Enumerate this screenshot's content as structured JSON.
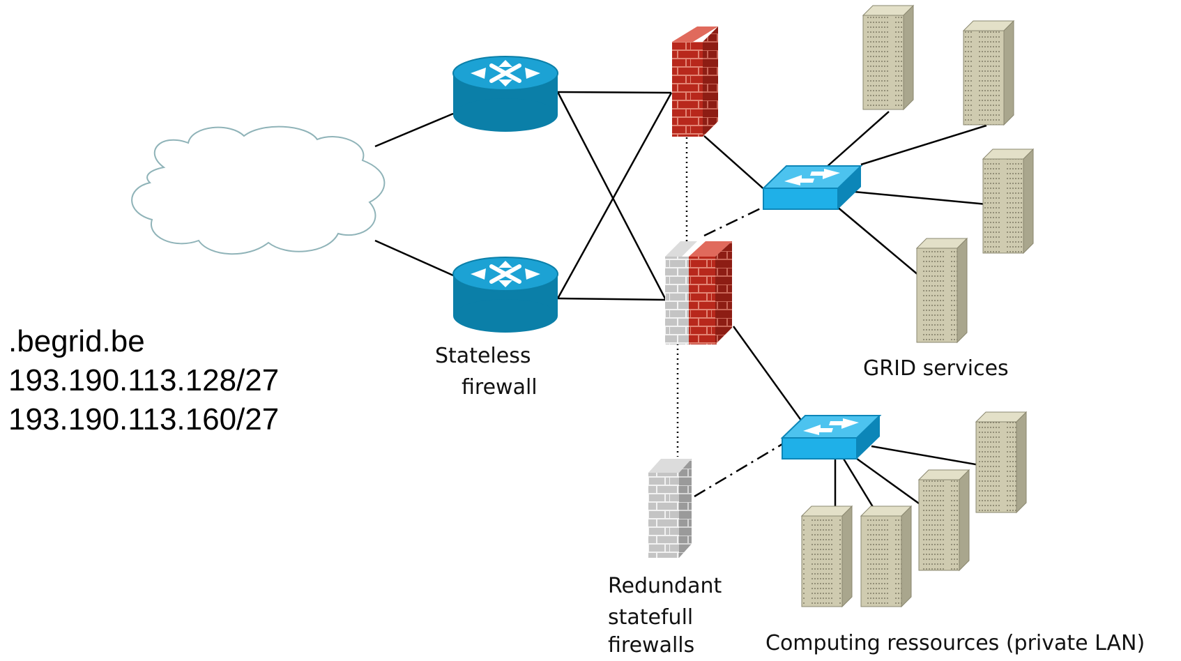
{
  "network": {
    "domain": ".begrid.be",
    "subnet_1": "193.190.113.128/27",
    "subnet_2": "193.190.113.160/27"
  },
  "labels": {
    "stateless_line1": "Stateless",
    "stateless_line2": "firewall",
    "grid_services": "GRID services",
    "redundant_line1": "Redundant",
    "redundant_line2": "statefull",
    "redundant_line3": "firewalls",
    "computing": "Computing ressources (private LAN)"
  },
  "colors": {
    "router": "#1a9fcf",
    "switch": "#1fb0e8",
    "firewall_red": "#c0392b",
    "firewall_gray": "#bdbdbd",
    "server": "#cfcbb0",
    "cloud_outline": "#8fb3b8"
  }
}
